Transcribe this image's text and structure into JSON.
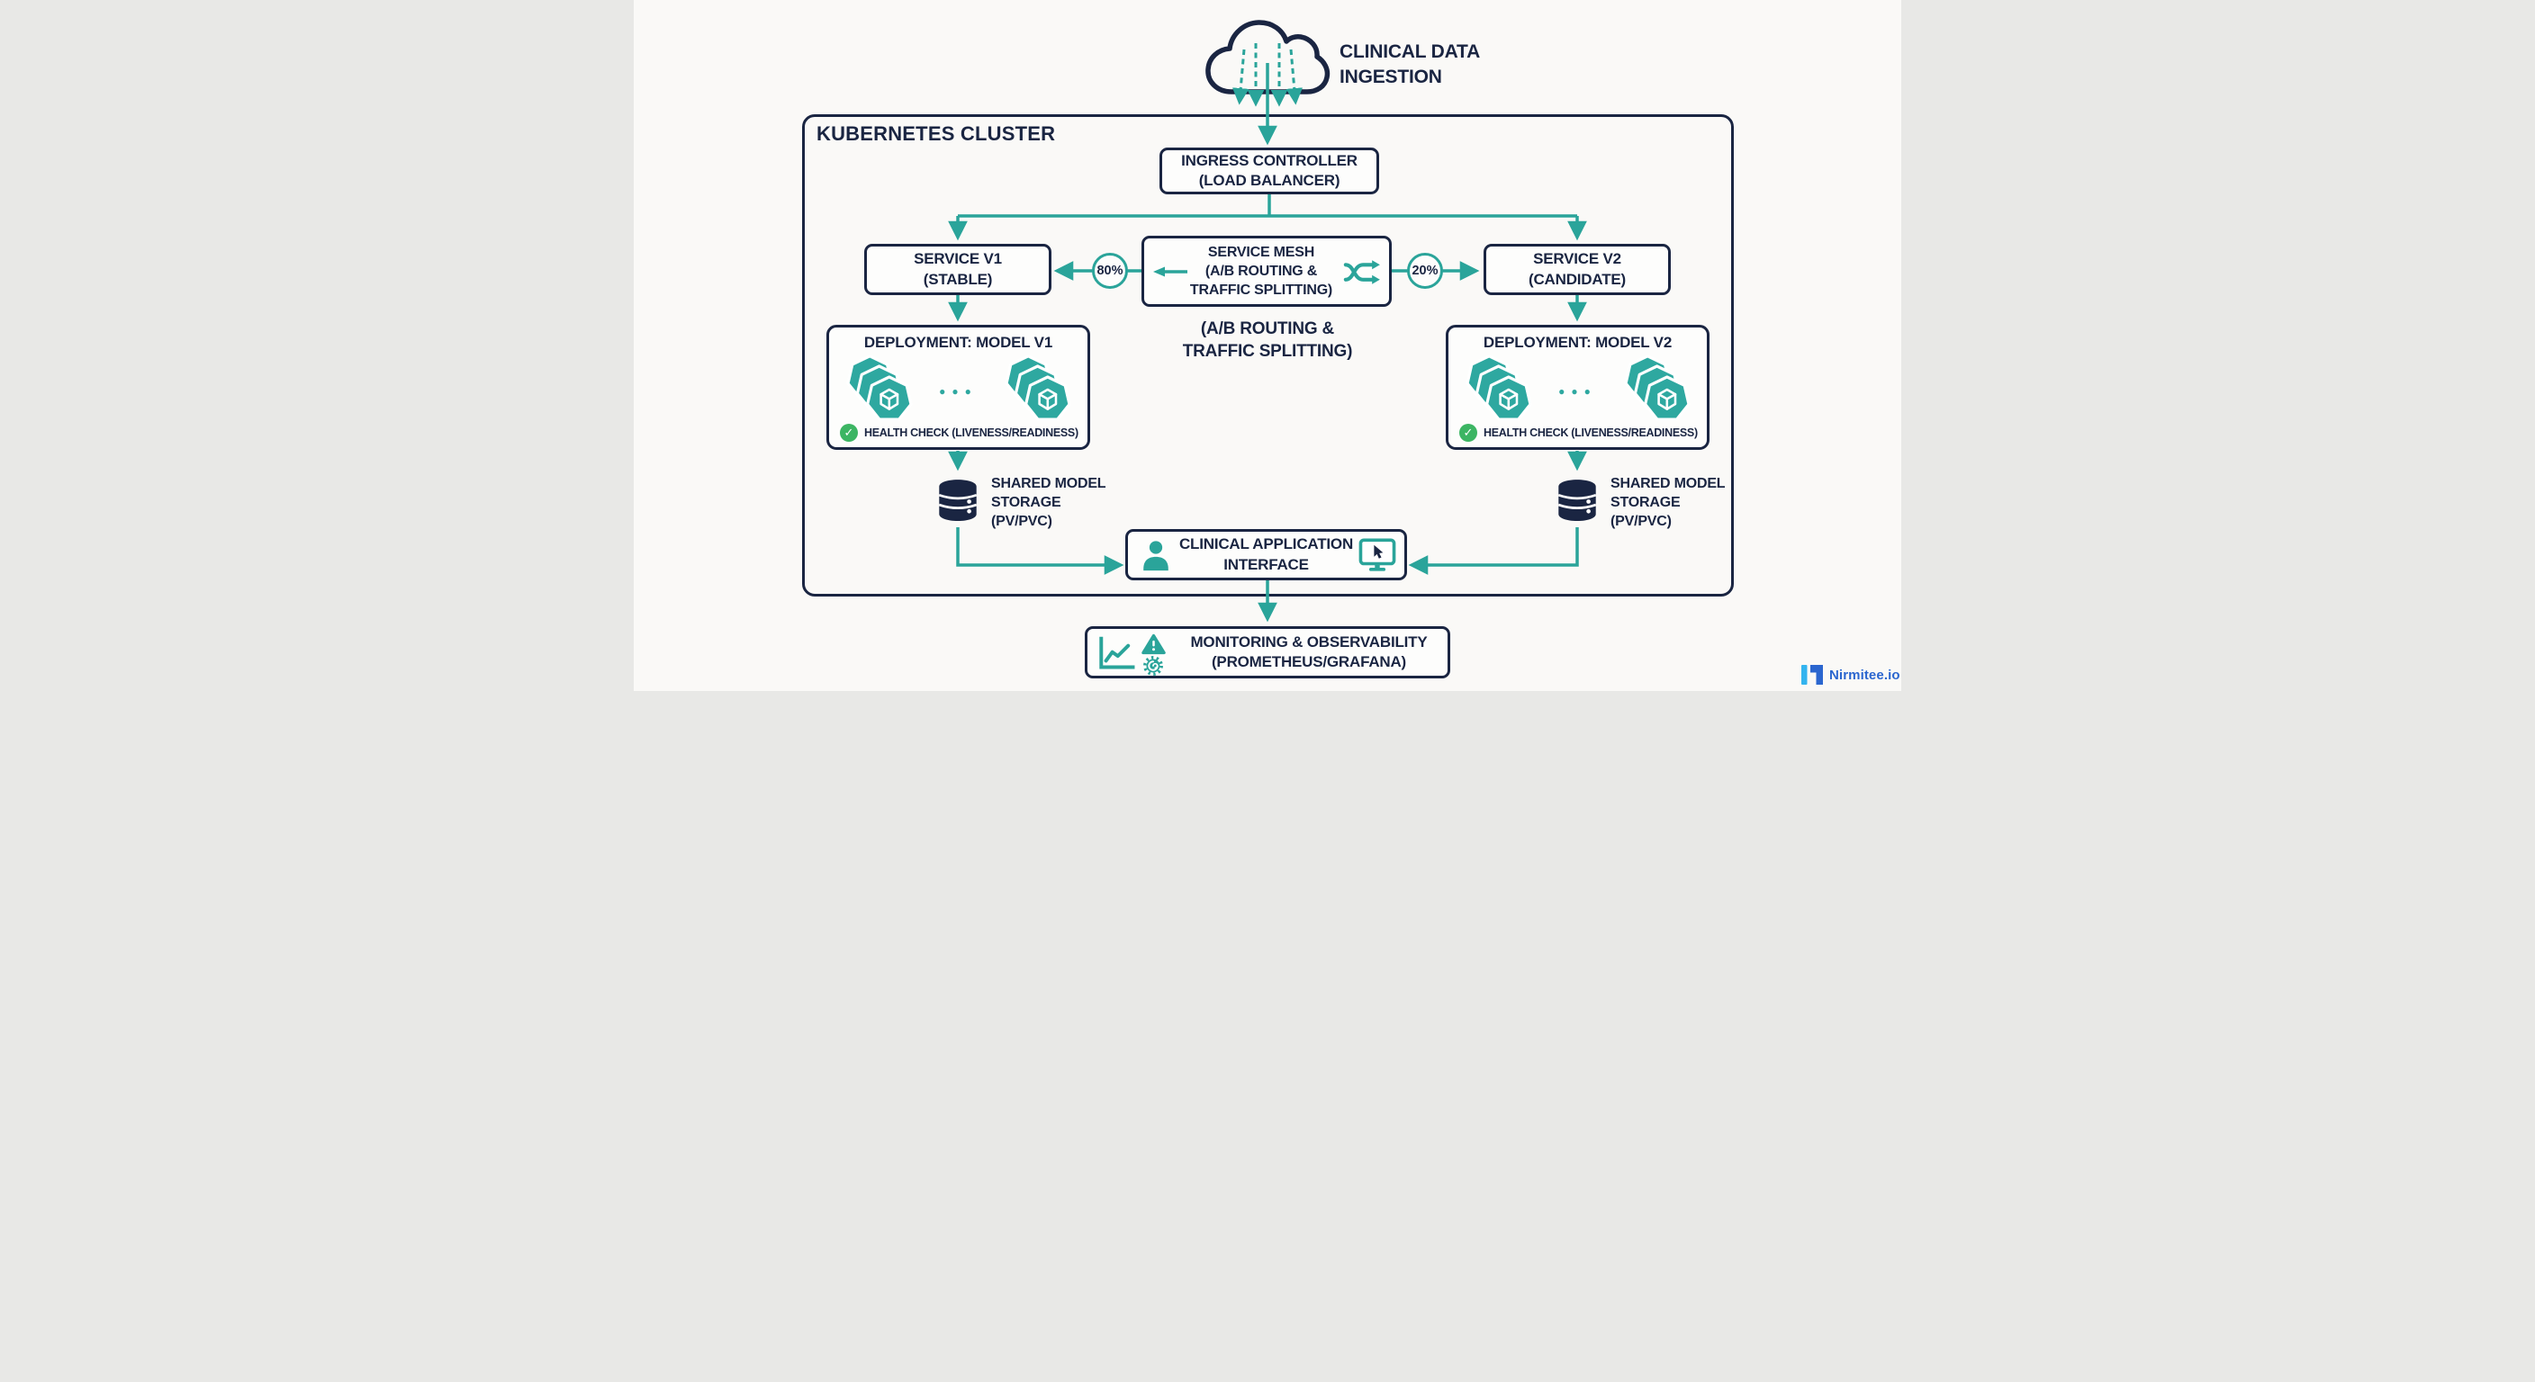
{
  "colors": {
    "navy": "#1a2542",
    "teal": "#2aa49a",
    "pod_teal": "#2ea8a0",
    "green": "#3cb563",
    "background": "#faf9f7",
    "logo_blue": "#2b66cf",
    "logo_light_blue": "#33b4ef"
  },
  "icons": {
    "cloud": "cloud-icon",
    "rain": "ingestion-arrows-icon",
    "shuffle": "shuffle-icon",
    "pods": "kubernetes-pods-icon",
    "database": "database-icon",
    "person": "user-icon",
    "monitor": "monitor-cursor-icon",
    "chart": "line-chart-icon",
    "warning": "warning-triangle-icon",
    "gear": "grafana-gear-icon"
  },
  "ingestion": {
    "line1": "CLINICAL DATA",
    "line2": "INGESTION"
  },
  "cluster": {
    "label": "KUBERNETES CLUSTER"
  },
  "ingress": {
    "line1": "INGRESS CONTROLLER",
    "line2": "(LOAD BALANCER)"
  },
  "service_v1": {
    "line1": "SERVICE V1",
    "line2": "(STABLE)"
  },
  "service_mesh": {
    "line1": "SERVICE MESH",
    "line2": "(A/B ROUTING &",
    "line3": "TRAFFIC SPLITTING)"
  },
  "service_v2": {
    "line1": "SERVICE V2",
    "line2": "(CANDIDATE)"
  },
  "mesh_caption": {
    "line1": "(A/B ROUTING &",
    "line2": "TRAFFIC SPLITTING)"
  },
  "traffic": {
    "stable_pct": "80%",
    "candidate_pct": "20%"
  },
  "deployment_v1": {
    "title": "DEPLOYMENT: MODEL V1",
    "ellipsis": "●●●",
    "check_glyph": "✓",
    "health_label": "HEALTH CHECK (LIVENESS/READINESS)"
  },
  "deployment_v2": {
    "title": "DEPLOYMENT: MODEL V2",
    "ellipsis": "●●●",
    "check_glyph": "✓",
    "health_label": "HEALTH CHECK (LIVENESS/READINESS)"
  },
  "storage_left": {
    "line1": "SHARED MODEL",
    "line2": "STORAGE",
    "line3": "(PV/PVC)"
  },
  "storage_right": {
    "line1": "SHARED MODEL",
    "line2": "STORAGE",
    "line3": "(PV/PVC)"
  },
  "clinical": {
    "line1": "CLINICAL APPLICATION",
    "line2": "INTERFACE"
  },
  "monitoring": {
    "line1": "MONITORING & OBSERVABILITY",
    "line2": "(PROMETHEUS/GRAFANA)"
  },
  "brand": {
    "name": "Nirmitee.io"
  }
}
